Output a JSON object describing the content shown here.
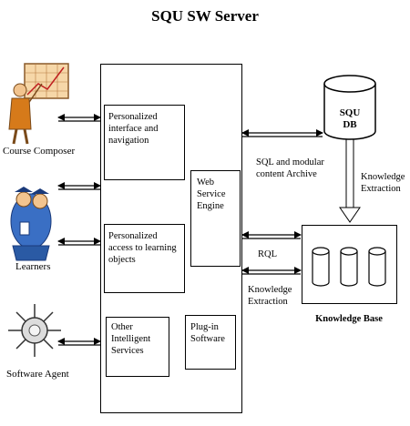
{
  "title": "SQU SW Server",
  "actors": {
    "course_composer": "Course Composer",
    "learners": "Learners",
    "software_agent": "Software Agent"
  },
  "server_modules": {
    "personalized_interface": "Personalized interface and navigation",
    "personalized_access": "Personalized access to learning objects",
    "web_service_engine": "Web Service Engine",
    "other_services": "Other Intelligent Services",
    "plugin": "Plug-in Software"
  },
  "database": {
    "name_line1": "SQU",
    "name_line2": "DB"
  },
  "knowledge_base": {
    "label": "Knowledge Base"
  },
  "edge_labels": {
    "sql": "SQL and modular content Archive",
    "ke_right": "Knowledge Extraction",
    "rql": "RQL",
    "ke_bottom": "Knowledge Extraction"
  }
}
